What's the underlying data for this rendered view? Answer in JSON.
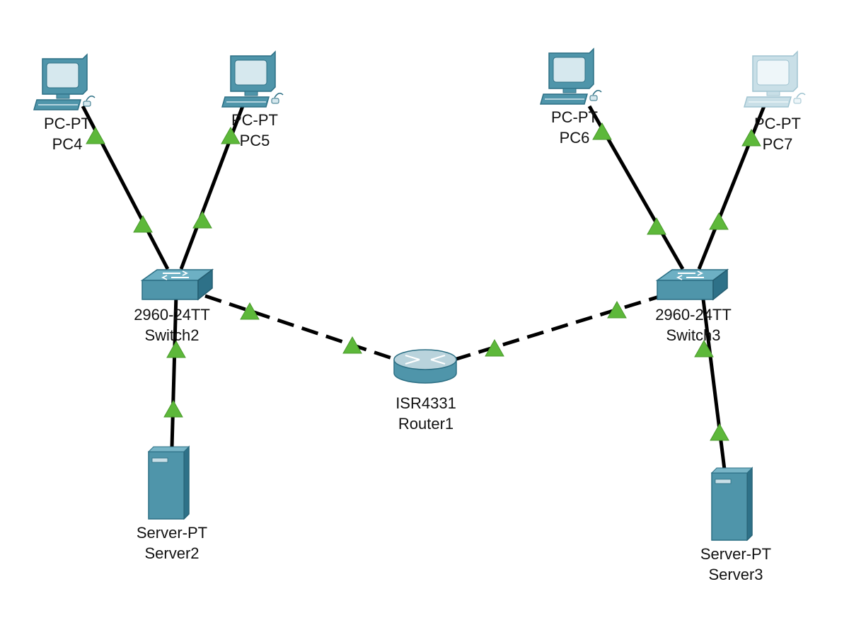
{
  "devices": [
    {
      "id": "pc4",
      "type": "pc",
      "model": "PC-PT",
      "name": "PC4"
    },
    {
      "id": "pc5",
      "type": "pc",
      "model": "PC-PT",
      "name": "PC5"
    },
    {
      "id": "pc6",
      "type": "pc",
      "model": "PC-PT",
      "name": "PC6"
    },
    {
      "id": "pc7",
      "type": "pc",
      "model": "PC-PT",
      "name": "PC7",
      "selected": true
    },
    {
      "id": "switch2",
      "type": "switch",
      "model": "2960-24TT",
      "name": "Switch2"
    },
    {
      "id": "switch3",
      "type": "switch",
      "model": "2960-24TT",
      "name": "Switch3"
    },
    {
      "id": "router1",
      "type": "router",
      "model": "ISR4331",
      "name": "Router1"
    },
    {
      "id": "server2",
      "type": "server",
      "model": "Server-PT",
      "name": "Server2"
    },
    {
      "id": "server3",
      "type": "server",
      "model": "Server-PT",
      "name": "Server3"
    }
  ],
  "links": [
    {
      "from": "pc4",
      "to": "switch2",
      "style": "solid",
      "status": "up"
    },
    {
      "from": "pc5",
      "to": "switch2",
      "style": "solid",
      "status": "up"
    },
    {
      "from": "server2",
      "to": "switch2",
      "style": "solid",
      "status": "up"
    },
    {
      "from": "switch2",
      "to": "router1",
      "style": "dashed",
      "status": "up"
    },
    {
      "from": "router1",
      "to": "switch3",
      "style": "dashed",
      "status": "up"
    },
    {
      "from": "pc6",
      "to": "switch3",
      "style": "solid",
      "status": "up"
    },
    {
      "from": "pc7",
      "to": "switch3",
      "style": "solid",
      "status": "up"
    },
    {
      "from": "server3",
      "to": "switch3",
      "style": "solid",
      "status": "up"
    }
  ],
  "colors": {
    "link_up": "#5db83a",
    "cable": "#000000",
    "device": "#4f95aa",
    "device_selected": "#c9dfe7"
  }
}
